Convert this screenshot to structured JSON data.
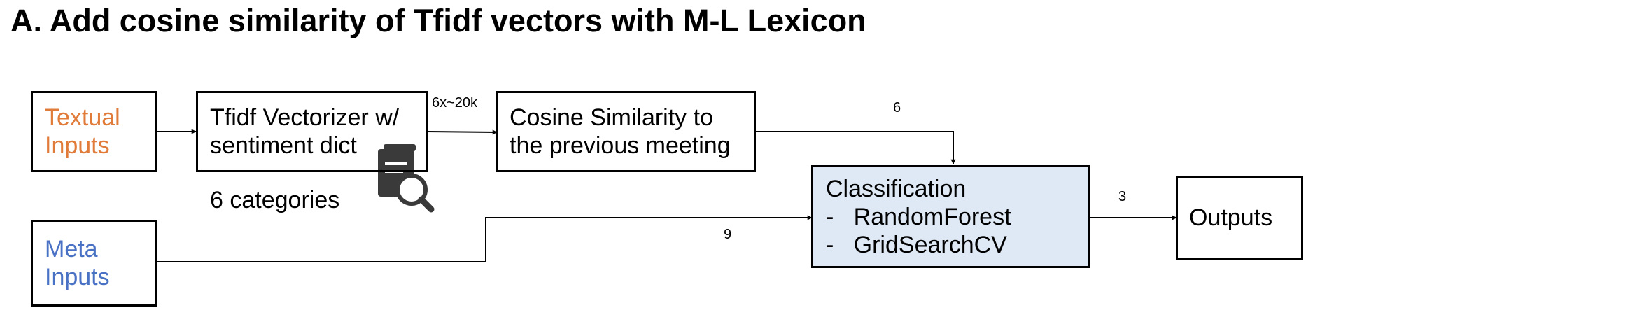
{
  "title": "A. Add cosine similarity of Tfidf vectors with M-L Lexicon",
  "nodes": {
    "textual_inputs": {
      "line1": "Textual",
      "line2": "Inputs",
      "color": "#E07B39"
    },
    "tfidf": {
      "line1": "Tfidf Vectorizer w/",
      "line2": "sentiment dict",
      "icon": "book-search-icon"
    },
    "cosine": {
      "line1": "Cosine Similarity to",
      "line2": "the previous meeting"
    },
    "meta_inputs": {
      "line1": "Meta",
      "line2": "Inputs",
      "color": "#4A72C4"
    },
    "classification": {
      "title": "Classification",
      "item1": "-   RandomForest",
      "item2": "-   GridSearchCV",
      "fill": "#DEE9F5"
    },
    "outputs": {
      "label": "Outputs"
    }
  },
  "categories_note": "6 categories",
  "edges": {
    "tfidf_to_cosine": "6x~20k",
    "cosine_to_classification": "6",
    "meta_to_classification": "9",
    "classification_to_outputs": "3"
  }
}
